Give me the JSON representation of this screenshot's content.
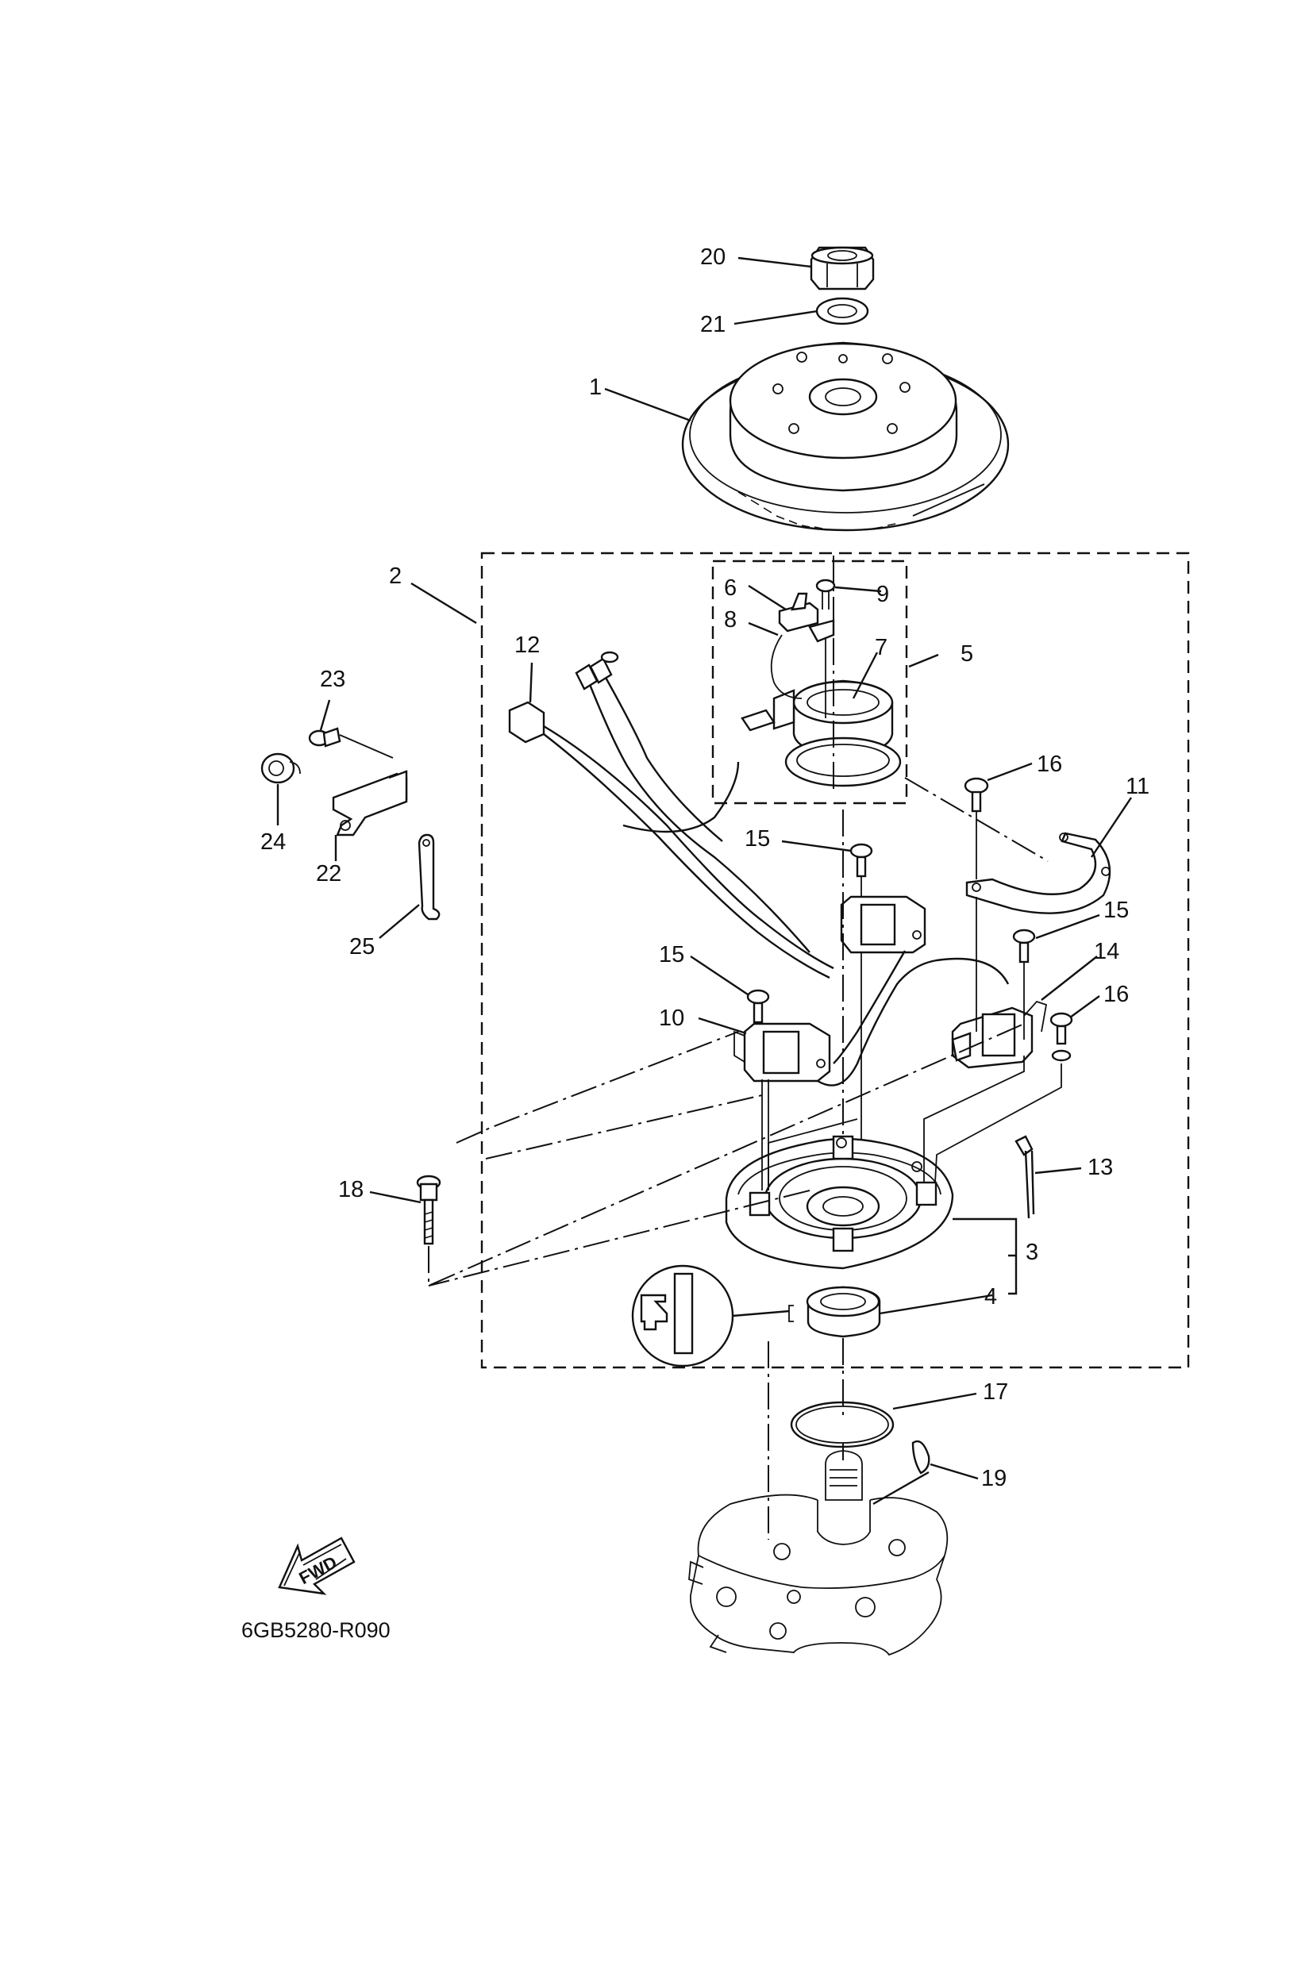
{
  "diagram": {
    "callouts": [
      {
        "id": "c1",
        "label": "1"
      },
      {
        "id": "c2",
        "label": "2"
      },
      {
        "id": "c3",
        "label": "3"
      },
      {
        "id": "c4",
        "label": "4"
      },
      {
        "id": "c5",
        "label": "5"
      },
      {
        "id": "c6",
        "label": "6"
      },
      {
        "id": "c7",
        "label": "7"
      },
      {
        "id": "c8",
        "label": "8"
      },
      {
        "id": "c9",
        "label": "9"
      },
      {
        "id": "c10",
        "label": "10"
      },
      {
        "id": "c11",
        "label": "11"
      },
      {
        "id": "c12",
        "label": "12"
      },
      {
        "id": "c13",
        "label": "13"
      },
      {
        "id": "c14",
        "label": "14"
      },
      {
        "id": "c15a",
        "label": "15"
      },
      {
        "id": "c15b",
        "label": "15"
      },
      {
        "id": "c15c",
        "label": "15"
      },
      {
        "id": "c16a",
        "label": "16"
      },
      {
        "id": "c16b",
        "label": "16"
      },
      {
        "id": "c17",
        "label": "17"
      },
      {
        "id": "c18",
        "label": "18"
      },
      {
        "id": "c19",
        "label": "19"
      },
      {
        "id": "c20",
        "label": "20"
      },
      {
        "id": "c21",
        "label": "21"
      },
      {
        "id": "c22",
        "label": "22"
      },
      {
        "id": "c23",
        "label": "23"
      },
      {
        "id": "c24",
        "label": "24"
      },
      {
        "id": "c25",
        "label": "25"
      }
    ],
    "fwd_label": "FWD",
    "drawing_code": "6GB5280-R090"
  }
}
